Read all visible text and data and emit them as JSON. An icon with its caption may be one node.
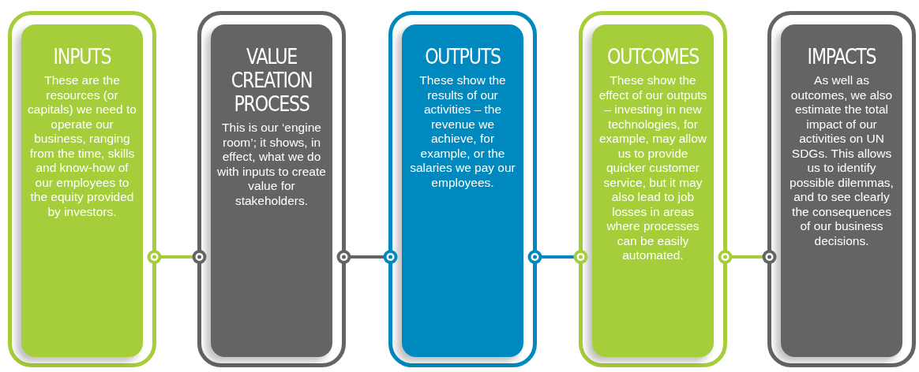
{
  "diagram": {
    "nodes": [
      {
        "text": [
          "INPUTS",
          "These are the resources (or capitals) we need to operate our business, ranging from the time, skills and know-how of our employees to the equity provided by investors."
        ]
      },
      {
        "text": [
          "VALUE CREATION PROCESS",
          "This is our ‘engine room’; it shows, in effect, what we do with inputs to create value for stakeholders."
        ]
      },
      {
        "text": [
          "OUTPUTS",
          "These show the results of our activities – the revenue we achieve, for example, or the salaries we pay our employees."
        ]
      },
      {
        "text": [
          "OUTCOMES",
          "These show the effect of our outputs – investing in new technologies, for example, may allow us to provide quicker customer service, but it may also lead to job losses in areas where processes can be easily automated."
        ]
      },
      {
        "text": [
          "IMPACTS",
          "As well as outcomes, we also estimate the total impact of our activities on UN SDGs. This allows us to identify possible dilemmas, and to see clearly the consequences of our business decisions."
        ]
      }
    ],
    "edges": [
      {
        "from": 0,
        "to": 1,
        "arrow": "other"
      },
      {
        "from": 1,
        "to": 2,
        "arrow": "other",
        "color": "#636466"
      },
      {
        "from": 2,
        "to": 3,
        "arrow": "other",
        "color": "#0089bf"
      },
      {
        "from": 3,
        "to": 4,
        "arrow": "other"
      }
    ]
  }
}
